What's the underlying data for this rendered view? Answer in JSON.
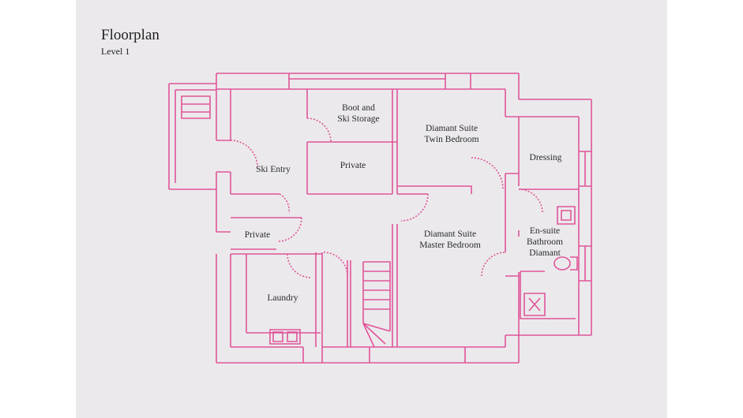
{
  "title": "Floorplan",
  "subtitle": "Level 1",
  "accent_color": "#e0559a",
  "rooms": [
    {
      "id": "boot-ski-storage",
      "lines": [
        "Boot and",
        "Ski Storage"
      ]
    },
    {
      "id": "twin-bedroom",
      "lines": [
        "Diamant Suite",
        "Twin Bedroom"
      ]
    },
    {
      "id": "dressing",
      "lines": [
        "Dressing"
      ]
    },
    {
      "id": "ski-entry",
      "lines": [
        "Ski Entry"
      ]
    },
    {
      "id": "private-upper",
      "lines": [
        "Private"
      ]
    },
    {
      "id": "private-lower",
      "lines": [
        "Private"
      ]
    },
    {
      "id": "master-bedroom",
      "lines": [
        "Diamant Suite",
        "Master Bedroom"
      ]
    },
    {
      "id": "en-suite",
      "lines": [
        "En-suite",
        "Bathroom",
        "Diamant"
      ]
    },
    {
      "id": "laundry",
      "lines": [
        "Laundry"
      ]
    }
  ]
}
